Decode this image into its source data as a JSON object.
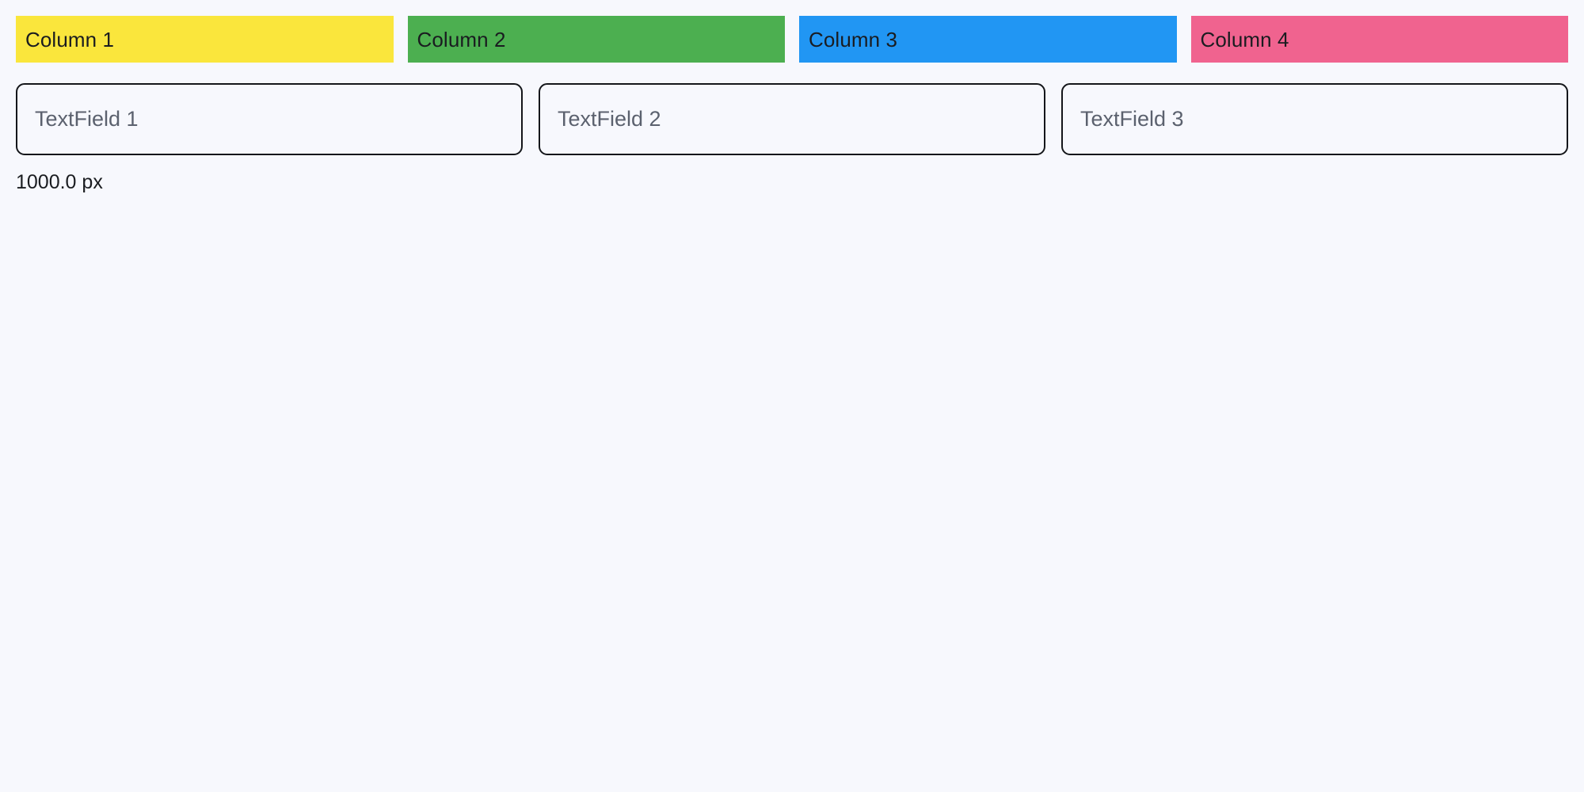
{
  "background_color": "#f7f8fd",
  "columns": {
    "items": [
      {
        "label": "Column 1",
        "color": "#fae63c",
        "text_color": "#1a1c20"
      },
      {
        "label": "Column 2",
        "color": "#4caf50",
        "text_color": "#1a1c20"
      },
      {
        "label": "Column 3",
        "color": "#2196f3",
        "text_color": "#1a1c20"
      },
      {
        "label": "Column 4",
        "color": "#f0638f",
        "text_color": "#1a1c20"
      }
    ]
  },
  "textfields": {
    "items": [
      {
        "placeholder": "TextField 1",
        "value": ""
      },
      {
        "placeholder": "TextField 2",
        "value": ""
      },
      {
        "placeholder": "TextField 3",
        "value": ""
      }
    ],
    "border_color": "#14161a",
    "placeholder_color": "#5b616e"
  },
  "status": {
    "measurement": "1000.0 px"
  }
}
